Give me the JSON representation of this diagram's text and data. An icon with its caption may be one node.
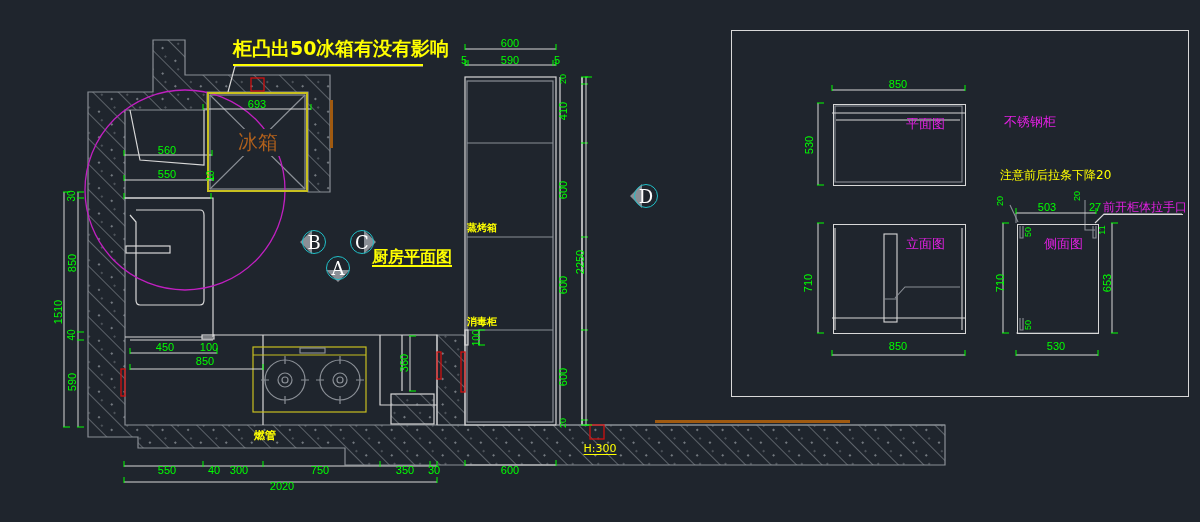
{
  "diagram": {
    "nodes": [
      {
        "text": [
          "柜凸出50冰箱有没有影响"
        ]
      },
      {
        "text": [
          "冰箱"
        ]
      },
      {
        "text": [
          "B"
        ]
      },
      {
        "text": [
          "C"
        ]
      },
      {
        "text": [
          "A"
        ]
      },
      {
        "text": [
          "D"
        ]
      },
      {
        "text": [
          "不锈钢柜",
          "注意前后拉条下降20"
        ]
      },
      {
        "text": [
          "平面图"
        ],
        "in": 6
      },
      {
        "text": [
          "立面图"
        ],
        "in": 6
      },
      {
        "text": [
          "侧面图"
        ],
        "in": 6
      },
      {
        "text": [
          "前开柜体拉手口"
        ],
        "in": 6
      }
    ],
    "edges": [
      {
        "from": 0,
        "to": 1,
        "arrow": "none"
      },
      {
        "from": 10,
        "to": 9,
        "arrow": "none"
      }
    ],
    "labels": [
      "厨房平面图",
      "693",
      "560",
      "550",
      "10",
      "30",
      "850",
      "1510",
      "40",
      "590",
      "450",
      "100",
      "850",
      "360",
      "燃管",
      "550",
      "40",
      "300",
      "750",
      "350",
      "30",
      "2020",
      "600",
      "5",
      "590",
      "5",
      "20",
      "410",
      "600",
      "蒸烤箱",
      "2250",
      "600",
      "消毒柜",
      "100",
      "600",
      "20",
      "600",
      "H:300",
      "850",
      "530",
      "20",
      "20",
      "503",
      "27",
      "50",
      "11",
      "710",
      "710",
      "653",
      "50",
      "850",
      "530"
    ]
  }
}
